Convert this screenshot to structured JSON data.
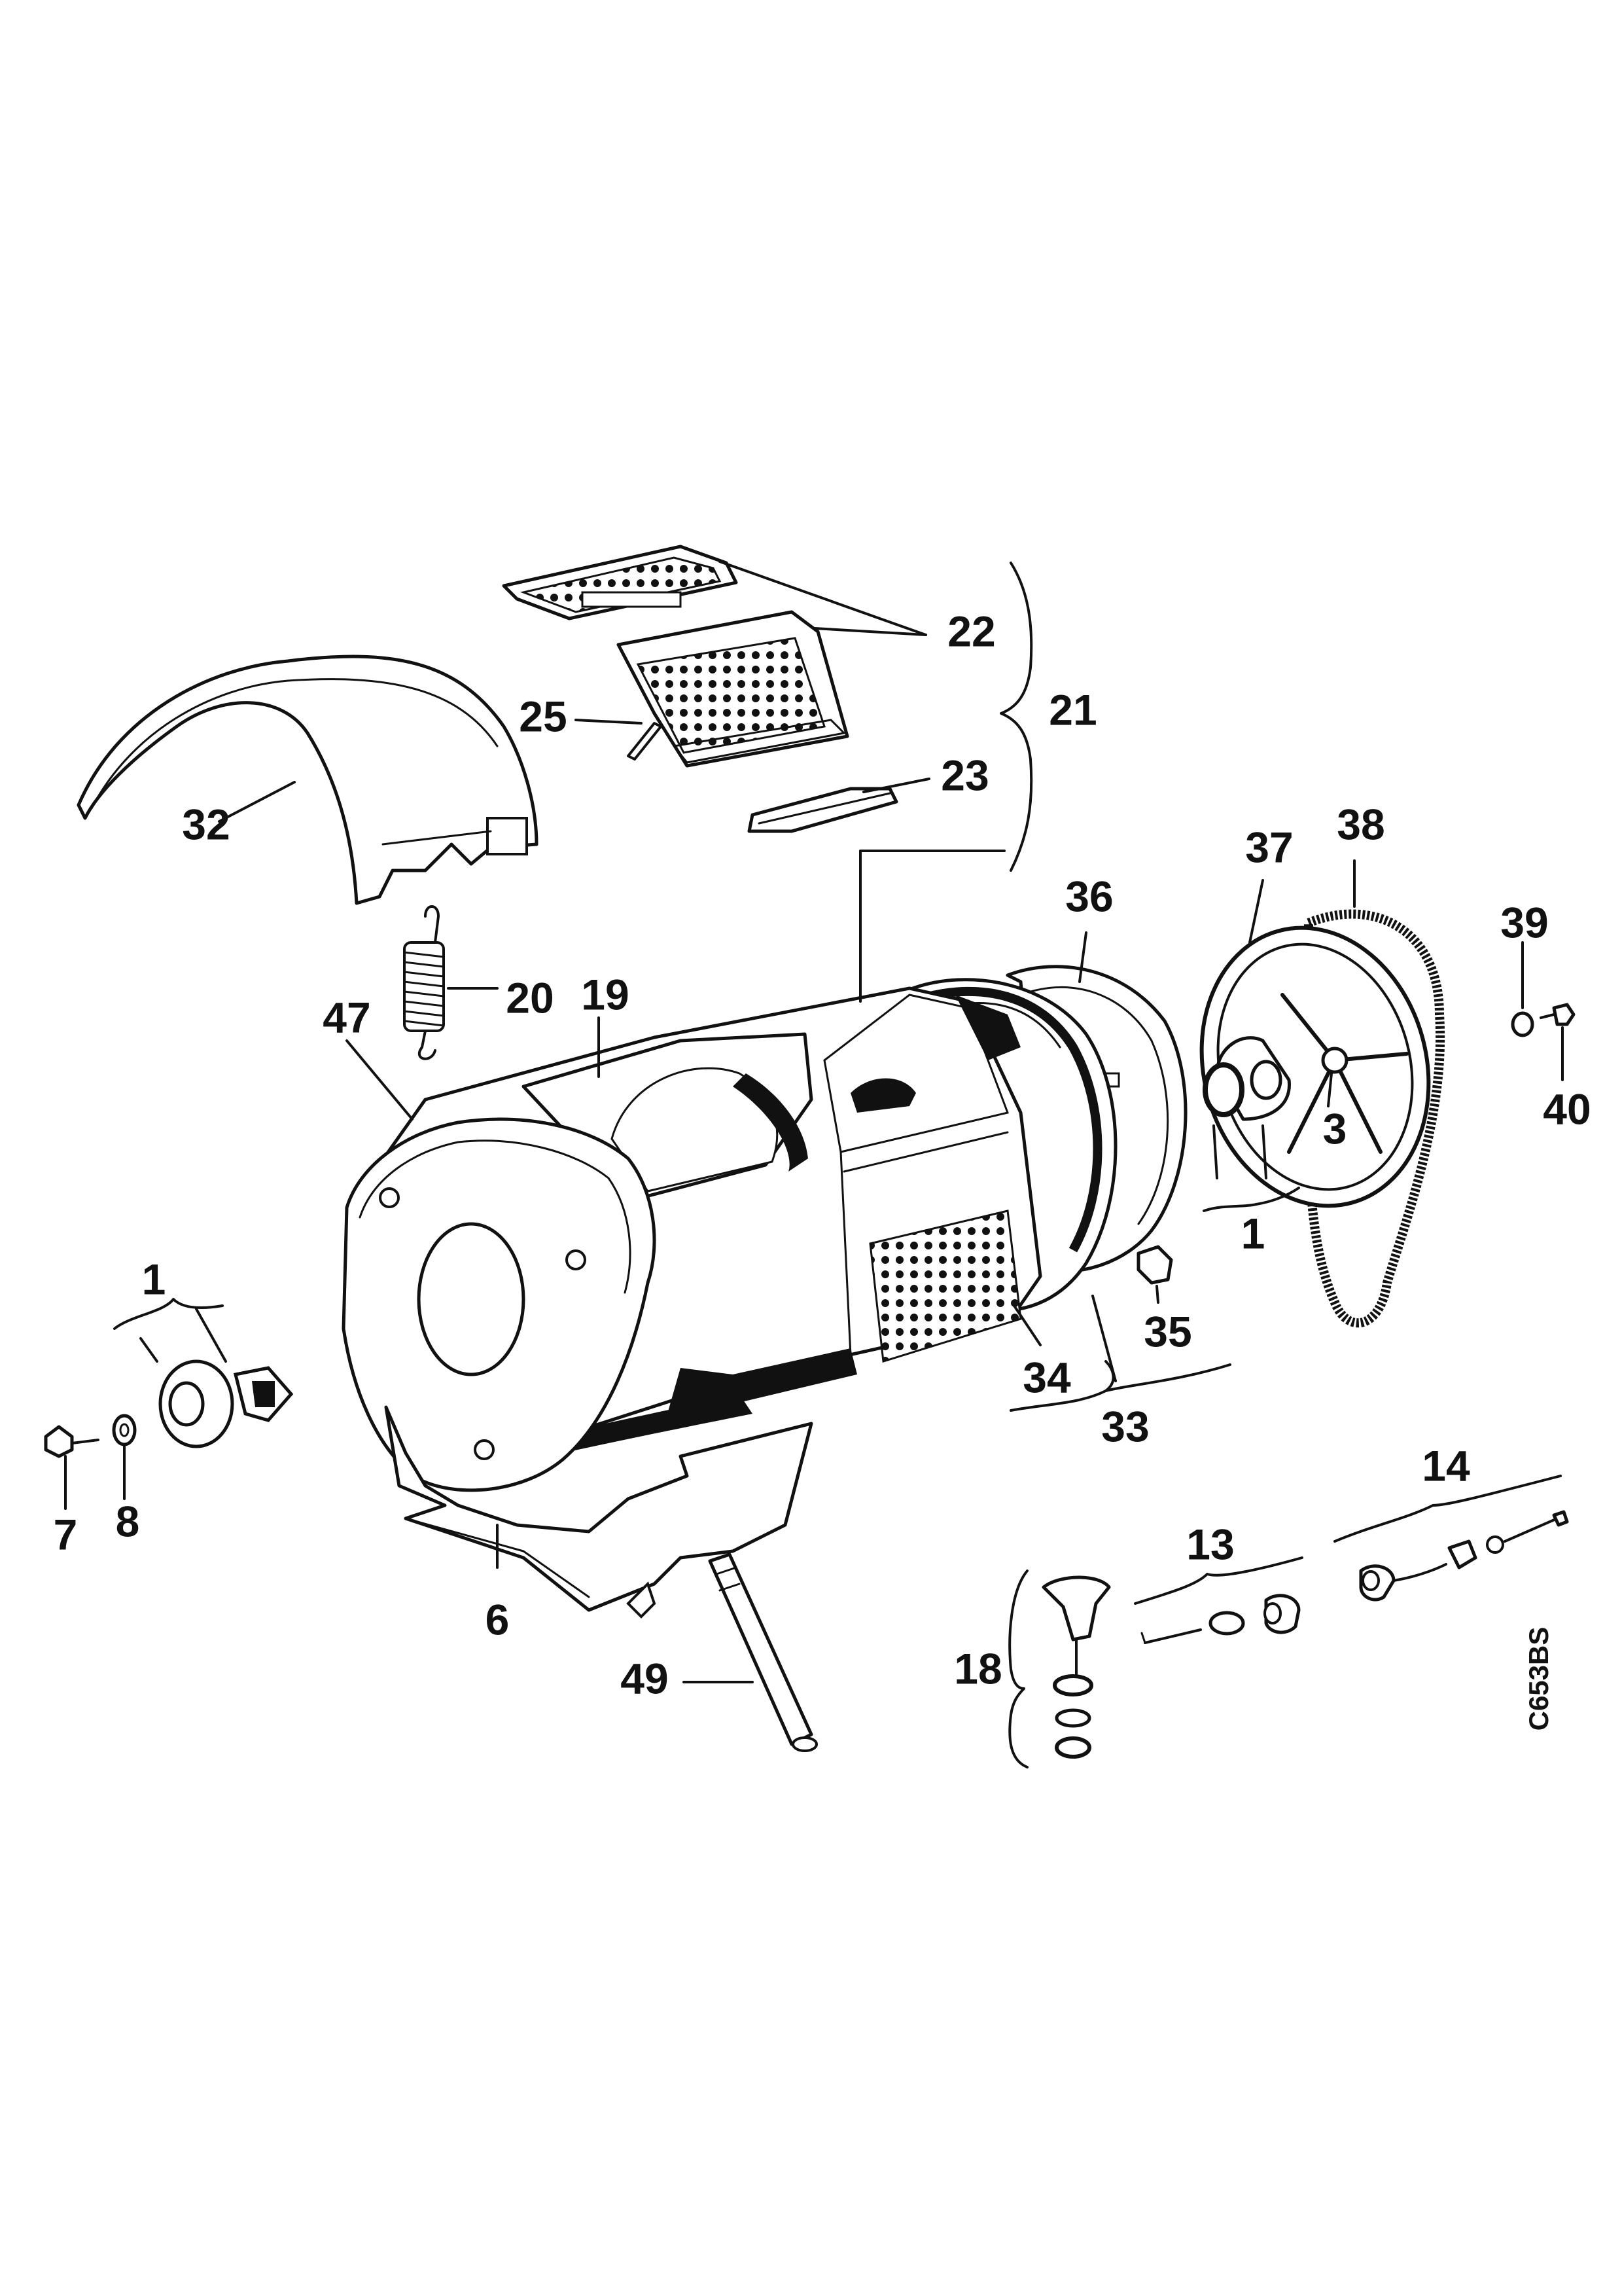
{
  "labels": {
    "l1a": "1",
    "l1b": "1",
    "l3": "3",
    "l6": "6",
    "l7": "7",
    "l8": "8",
    "l13": "13",
    "l14": "14",
    "l18": "18",
    "l19": "19",
    "l20": "20",
    "l21": "21",
    "l22": "22",
    "l23": "23",
    "l25": "25",
    "l32": "32",
    "l33": "33",
    "l34": "34",
    "l35": "35",
    "l36": "36",
    "l37": "37",
    "l38": "38",
    "l39": "39",
    "l40": "40",
    "l47": "47",
    "l49": "49"
  },
  "diagram_code": "C653BS"
}
